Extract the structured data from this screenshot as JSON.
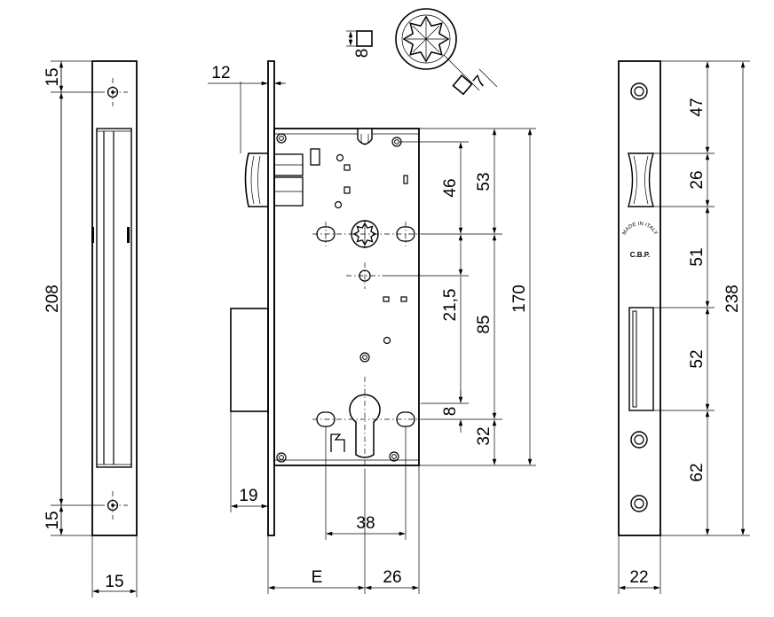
{
  "dimensions": {
    "faceplate_top": "15",
    "faceplate_height": "208",
    "faceplate_bottom": "15",
    "faceplate_width": "15",
    "faceplate_thickness": "12",
    "latch_offset": "19",
    "backset": "E",
    "case_offset": "26",
    "cylinder_holes": "38",
    "follower_square": "8",
    "follower_square_alt": "7",
    "upper_to_spindle": "46",
    "top_to_spindle": "53",
    "case_height": "170",
    "spindle_to_small_hole": "21,5",
    "spindle_to_cylinder": "85",
    "cylinder_offset": "8",
    "cylinder_to_bottom": "32",
    "strike_top": "47",
    "strike_latch": "26",
    "strike_mid": "51",
    "strike_bolt": "52",
    "strike_bottom": "62",
    "strike_height": "238",
    "strike_width": "22"
  },
  "strike_plate": {
    "stamp_text": "MADE IN ITALY",
    "logo_text": "C.B.P."
  },
  "icons": [
    "latch-icon",
    "follower-star-icon",
    "screw-icon",
    "cylinder-keyhole-icon"
  ],
  "colors": {
    "line": "#000000",
    "background": "#ffffff"
  }
}
